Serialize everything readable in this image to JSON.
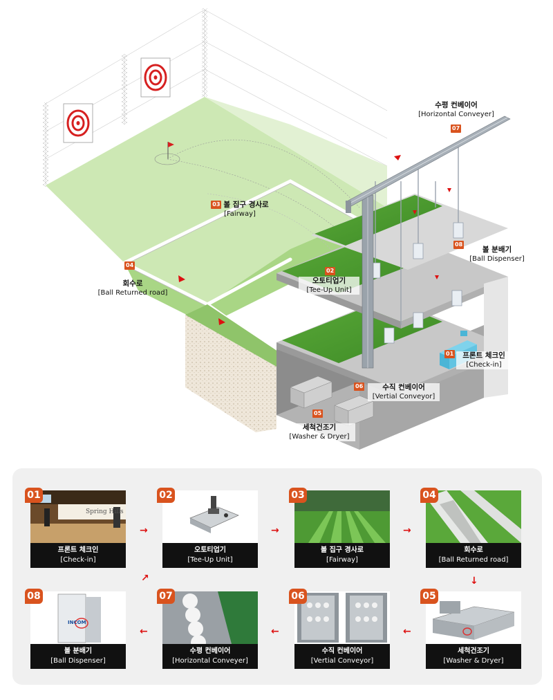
{
  "labels": {
    "horizontal_conveyer": {
      "num": "07",
      "ko": "수평 컨베이어",
      "en": "[Horizontal Conveyer]"
    },
    "fairway": {
      "num": "03",
      "ko": "볼 집구 경사로",
      "en": "[Fairway]"
    },
    "ball_dispenser": {
      "num": "08",
      "ko": "볼 분배기",
      "en": "[Ball Dispenser]"
    },
    "returned_road": {
      "num": "04",
      "ko": "회수로",
      "en": "[Ball Returned road]"
    },
    "tee_up": {
      "num": "02",
      "ko": "오토티업기",
      "en": "[Tee-Up Unit]"
    },
    "check_in": {
      "num": "01",
      "ko": "프론트 체크인",
      "en": "[Check-in]"
    },
    "vertical_conveyor": {
      "num": "06",
      "ko": "수직 컨베이어",
      "en": "[Vertial Conveyor]"
    },
    "washer": {
      "num": "05",
      "ko": "세척건조기",
      "en": "[Washer & Dryer]"
    }
  },
  "steps": [
    {
      "num": "01",
      "ko": "프론트 체크인",
      "en": "[Check-in]",
      "sign": "Spring Hills"
    },
    {
      "num": "02",
      "ko": "오토티업기",
      "en": "[Tee-Up Unit]"
    },
    {
      "num": "03",
      "ko": "볼 집구 경사로",
      "en": "[Fairway]"
    },
    {
      "num": "04",
      "ko": "회수로",
      "en": "[Ball Returned road]"
    },
    {
      "num": "05",
      "ko": "세척건조기",
      "en": "[Washer & Dryer]"
    },
    {
      "num": "06",
      "ko": "수직 컨베이어",
      "en": "[Vertial Conveyor]"
    },
    {
      "num": "07",
      "ko": "수평 컨베이어",
      "en": "[Horizontal Conveyer]"
    },
    {
      "num": "08",
      "ko": "볼 분배기",
      "en": "[Ball Dispenser]",
      "brand": "INCOM"
    }
  ],
  "colors": {
    "accent": "#d9531e",
    "turf": "#4a9a2e",
    "light_turf": "#c9e7ad",
    "arrow": "#dd1111"
  }
}
